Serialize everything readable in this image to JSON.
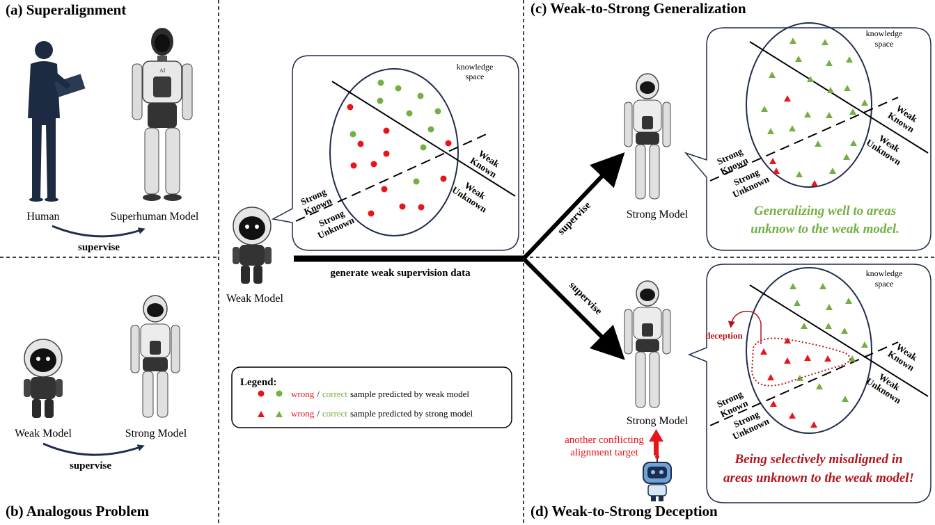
{
  "panels": {
    "a": {
      "title": "(a) Superalignment",
      "human": "Human",
      "superhuman": "Superhuman Model",
      "supervise": "supervise",
      "robot_badge": "AI"
    },
    "b": {
      "title": "(b) Analogous Problem",
      "weak": "Weak Model",
      "strong": "Strong Model",
      "supervise": "supervise"
    },
    "c": {
      "title": "(c) Weak-to-Strong Generalization",
      "strong": "Strong Model",
      "supervise": "supervise",
      "caption_l1": "Generalizing well to areas",
      "caption_l2": "unknow to the weak model."
    },
    "d": {
      "title": "(d) Weak-to-Strong Deception",
      "strong": "Strong Model",
      "supervise": "supervise",
      "deception": "deception",
      "conflict_l1": "another conflicting",
      "conflict_l2": "alignment target",
      "caption_l1": "Being selectively misaligned in",
      "caption_l2": "areas unknown to the weak model!"
    }
  },
  "center": {
    "weak": "Weak Model",
    "arrow_label": "generate weak supervision data"
  },
  "knowledge": {
    "space_l1": "knowledge",
    "space_l2": "space",
    "weak_known_l1": "Weak",
    "weak_known_l2": "Known",
    "weak_unknown_l1": "Weak",
    "weak_unknown_l2": "Unknown",
    "strong_known_l1": "Strong",
    "strong_known_l2": "Known",
    "strong_unknown_l1": "Strong",
    "strong_unknown_l2": "Unknown"
  },
  "legend": {
    "title": "Legend:",
    "row1_wrong": "wrong",
    "row1_sep": "/",
    "row1_correct": "correct",
    "row1_rest": "sample predicted by weak model",
    "row2_wrong": "wrong",
    "row2_sep": "/",
    "row2_correct": "correct",
    "row2_rest": "sample predicted by strong model"
  },
  "colors": {
    "wrong": "#e8141c",
    "correct": "#72b043",
    "dark_red": "#b3151b",
    "navy": "#1f2d4d"
  }
}
